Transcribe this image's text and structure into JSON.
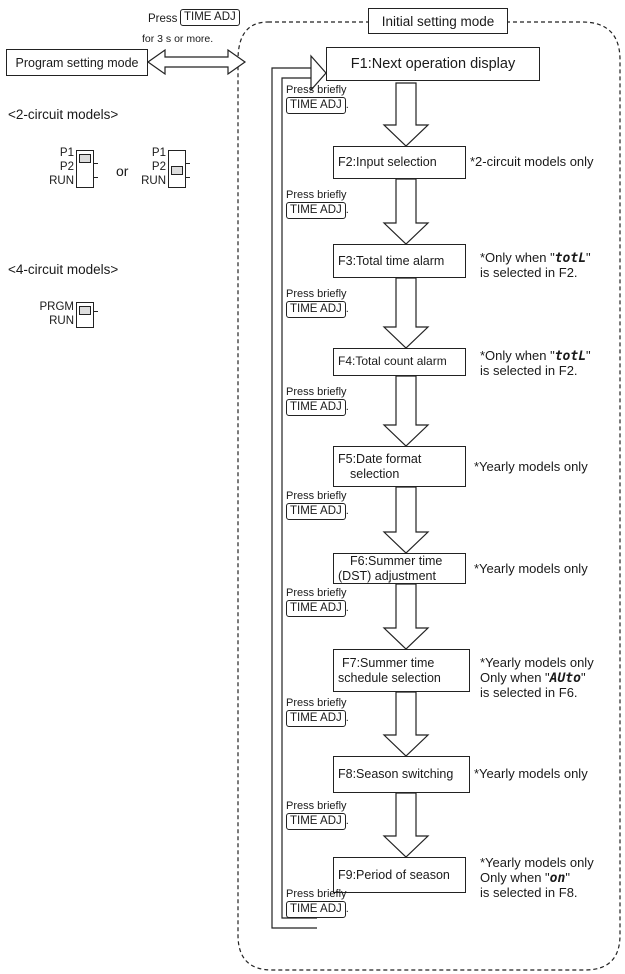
{
  "header": {
    "press_label": "Press",
    "key_time_adj": "TIME ADJ",
    "duration_note": "for 3 s or more.",
    "program_mode": "Program setting mode",
    "initial_mode": "Initial setting mode"
  },
  "left": {
    "two_circuit_title": "<2-circuit models>",
    "four_circuit_title": "<4-circuit models>",
    "or_label": "or",
    "sw_p1": "P1",
    "sw_p2": "P2",
    "sw_run": "RUN",
    "sw_prgm": "PRGM"
  },
  "press_briefly": "Press briefly",
  "key_label": "TIME ADJ",
  "steps": [
    {
      "label": "F1:Next operation display"
    },
    {
      "label": "F2:Input selection",
      "note": "*2-circuit models only"
    },
    {
      "label": "F3:Total time alarm",
      "note_a": "*Only when \"",
      "lcd": "totL",
      "note_b": "\"",
      "note2": "is selected in F2."
    },
    {
      "label": "F4:Total count alarm",
      "note_a": "*Only when \"",
      "lcd": "totL",
      "note_b": "\"",
      "note2": "is selected in F2."
    },
    {
      "label1": "F5:Date format",
      "label2": "selection",
      "note": "*Yearly models only"
    },
    {
      "label1": "F6:Summer time",
      "label2": "(DST) adjustment",
      "note": "*Yearly models only"
    },
    {
      "label1": "F7:Summer time",
      "label2": "schedule selection",
      "note": "*Yearly models only",
      "note2a": "Only when \"",
      "lcd": "AUto",
      "note2b": "\"",
      "note3": "is selected in F6."
    },
    {
      "label": "F8:Season switching",
      "note": "*Yearly models only"
    },
    {
      "label": "F9:Period of season",
      "note": "*Yearly models only",
      "note2a": "Only when \"",
      "lcd": "on",
      "note2b": "\"",
      "note3": "is selected in F8."
    }
  ]
}
